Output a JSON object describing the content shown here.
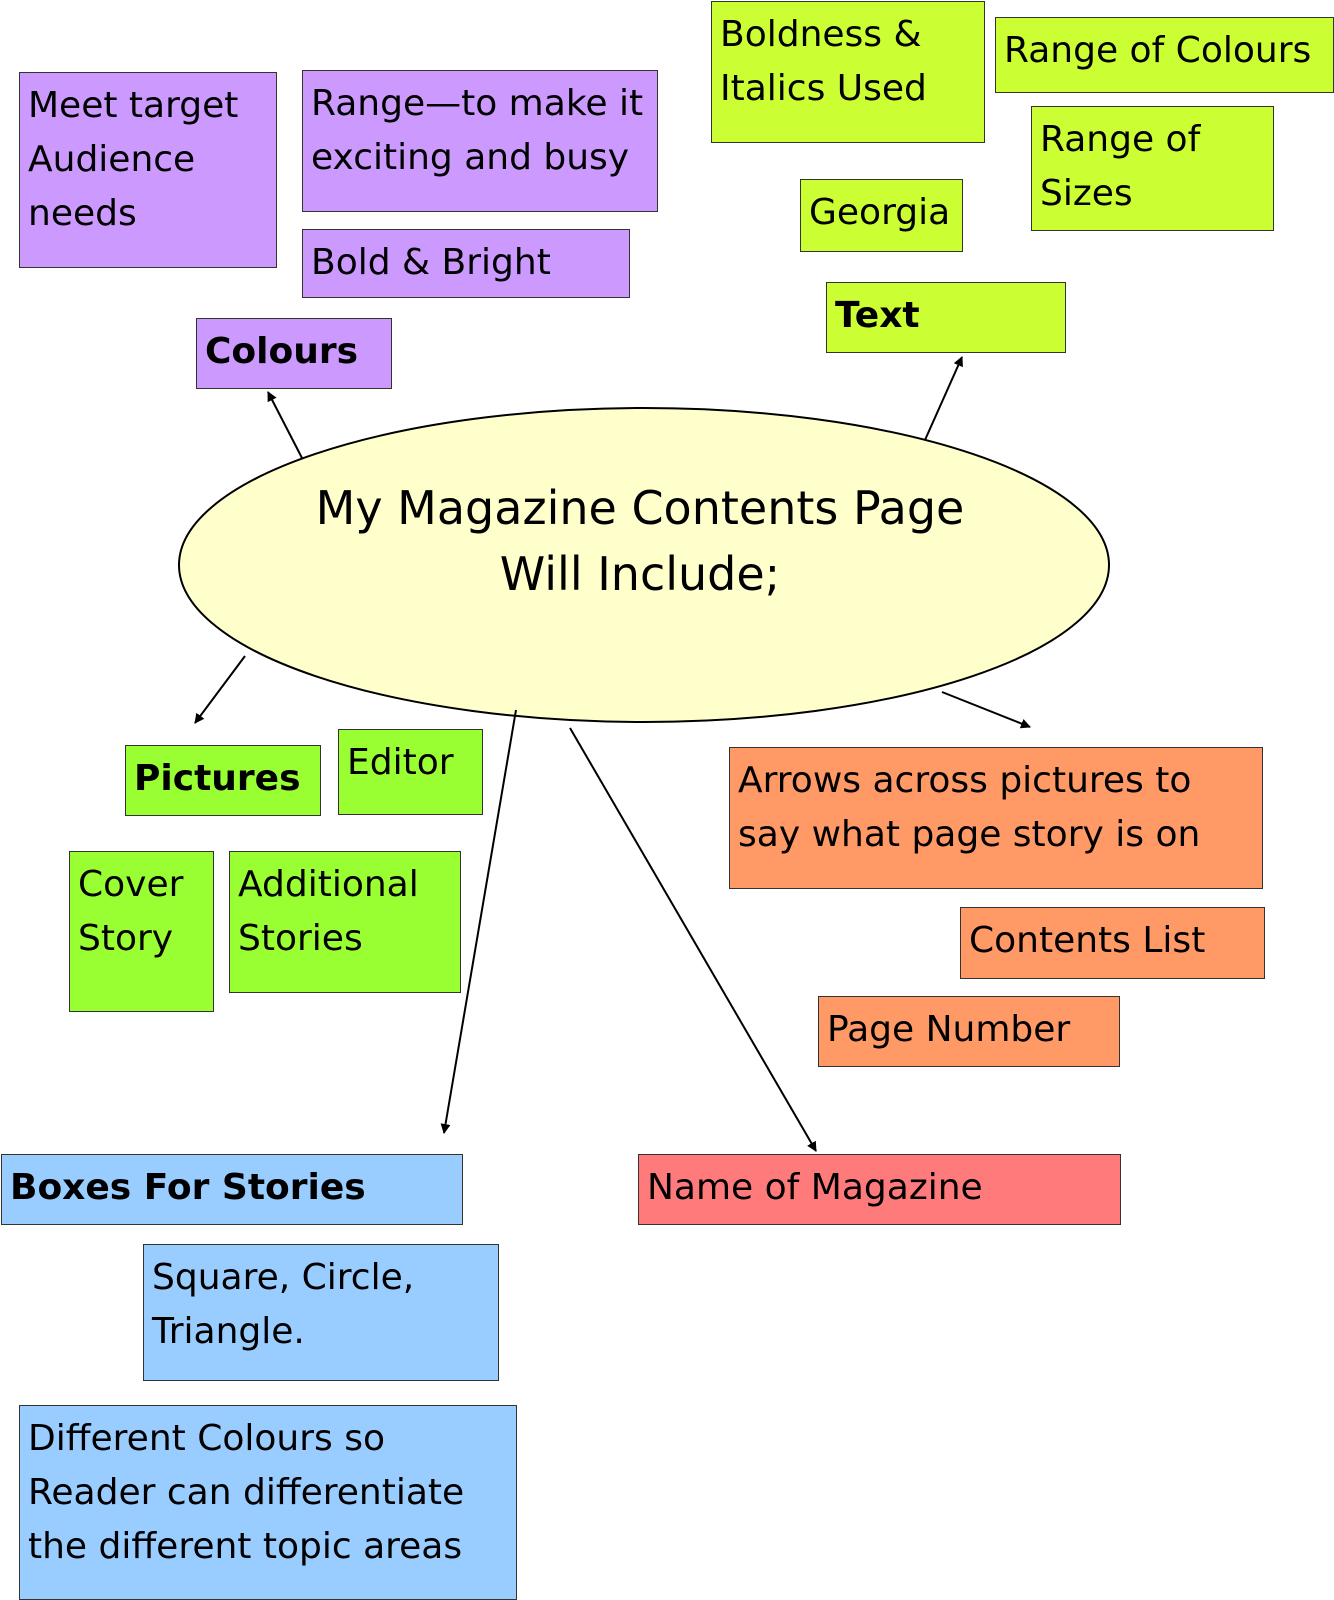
{
  "center": {
    "text": "My Magazine Contents Page\nWill Include;"
  },
  "colours": {
    "heading": "Colours",
    "items": [
      "Meet target\nAudience\nneeds",
      "Range—to make it\nexciting and busy",
      "Bold & Bright"
    ]
  },
  "text_topic": {
    "heading": "Text",
    "items": [
      "Boldness &\nItalics Used",
      "Range of Colours",
      "Range of\nSizes",
      "Georgia"
    ]
  },
  "pictures": {
    "heading": "Pictures",
    "items": [
      "Editor",
      "Cover\nStory",
      "Additional\nStories"
    ]
  },
  "contents": {
    "items": [
      "Arrows across pictures to\nsay what page story is on",
      "Contents List",
      "Page Number"
    ]
  },
  "boxes": {
    "heading": "Boxes For Stories",
    "items": [
      "Square, Circle,\nTriangle.",
      "Different Colours so\nReader can differentiate\nthe different topic areas"
    ]
  },
  "name": {
    "label": "Name of Magazine"
  },
  "colors": {
    "purple": "#cc99ff",
    "lime": "#ccff33",
    "green": "#99ff33",
    "orange": "#ff9966",
    "blue": "#99ccff",
    "red": "#ff7b7b",
    "ellipse": "#ffffcc"
  }
}
